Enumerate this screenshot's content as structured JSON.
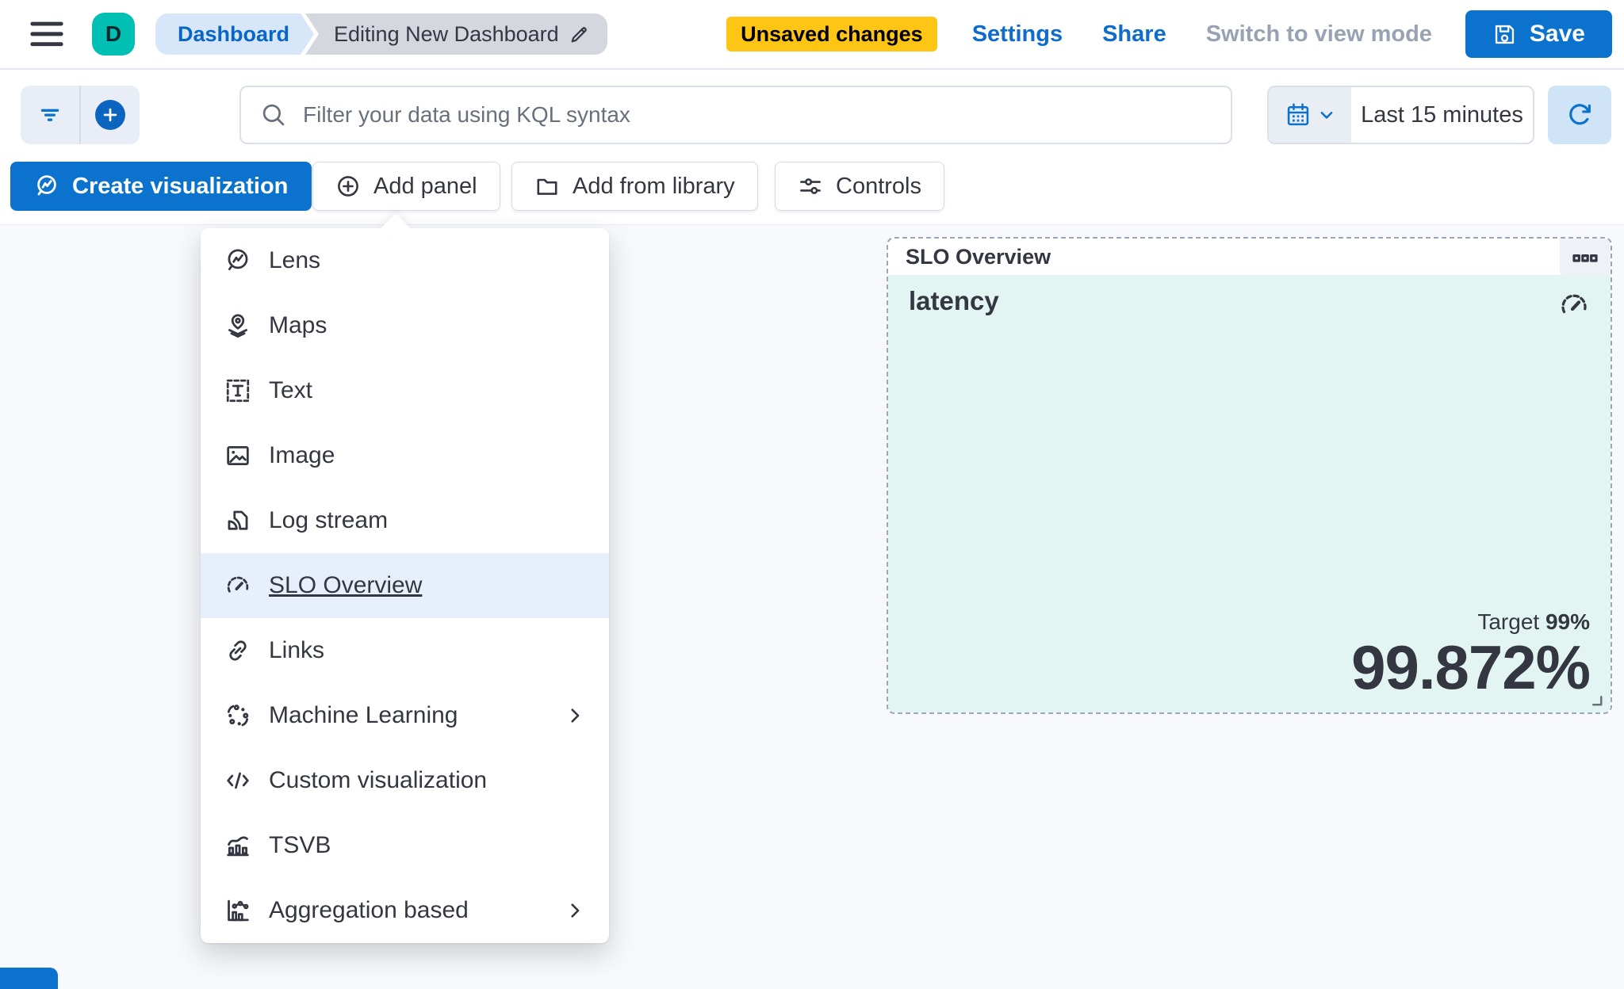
{
  "colors": {
    "primary": "#0b73ce",
    "link_blue": "#0e6ccd",
    "avatar_teal": "#00bfb3",
    "warning_yellow": "#fec514",
    "text_dark": "#343741",
    "text_subdued": "#69707d",
    "text_disabled": "#98a2b3",
    "menu_highlight": "#e7f0fa",
    "panel_mint": "#e3f5f2",
    "dashed_border": "#9aa6ba"
  },
  "header": {
    "avatar_initial": "D",
    "breadcrumbs": [
      "Dashboard",
      "Editing New Dashboard"
    ],
    "unsaved_badge": "Unsaved changes",
    "settings_label": "Settings",
    "share_label": "Share",
    "view_mode_label": "Switch to view mode",
    "save_label": "Save"
  },
  "query_bar": {
    "search_placeholder": "Filter your data using KQL syntax",
    "time_range": "Last 15 minutes"
  },
  "toolbar": {
    "create_visualization_label": "Create visualization",
    "add_panel_label": "Add panel",
    "add_from_library_label": "Add from library",
    "controls_label": "Controls"
  },
  "add_panel_menu": {
    "items": [
      {
        "label": "Lens",
        "icon": "lens-icon",
        "selected": false,
        "has_submenu": false
      },
      {
        "label": "Maps",
        "icon": "maps-icon",
        "selected": false,
        "has_submenu": false
      },
      {
        "label": "Text",
        "icon": "text-icon",
        "selected": false,
        "has_submenu": false
      },
      {
        "label": "Image",
        "icon": "image-icon",
        "selected": false,
        "has_submenu": false
      },
      {
        "label": "Log stream",
        "icon": "log-stream-icon",
        "selected": false,
        "has_submenu": false
      },
      {
        "label": "SLO Overview",
        "icon": "gauge-icon",
        "selected": true,
        "has_submenu": false
      },
      {
        "label": "Links",
        "icon": "link-icon",
        "selected": false,
        "has_submenu": false
      },
      {
        "label": "Machine Learning",
        "icon": "machine-learning-icon",
        "selected": false,
        "has_submenu": true
      },
      {
        "label": "Custom visualization",
        "icon": "code-icon",
        "selected": false,
        "has_submenu": false
      },
      {
        "label": "TSVB",
        "icon": "tsvb-icon",
        "selected": false,
        "has_submenu": false
      },
      {
        "label": "Aggregation based",
        "icon": "aggregation-icon",
        "selected": false,
        "has_submenu": true
      }
    ]
  },
  "slo_panel": {
    "panel_title": "SLO Overview",
    "viz_title": "latency",
    "target_label": "Target",
    "target_value": "99%",
    "value": "99.872%"
  }
}
